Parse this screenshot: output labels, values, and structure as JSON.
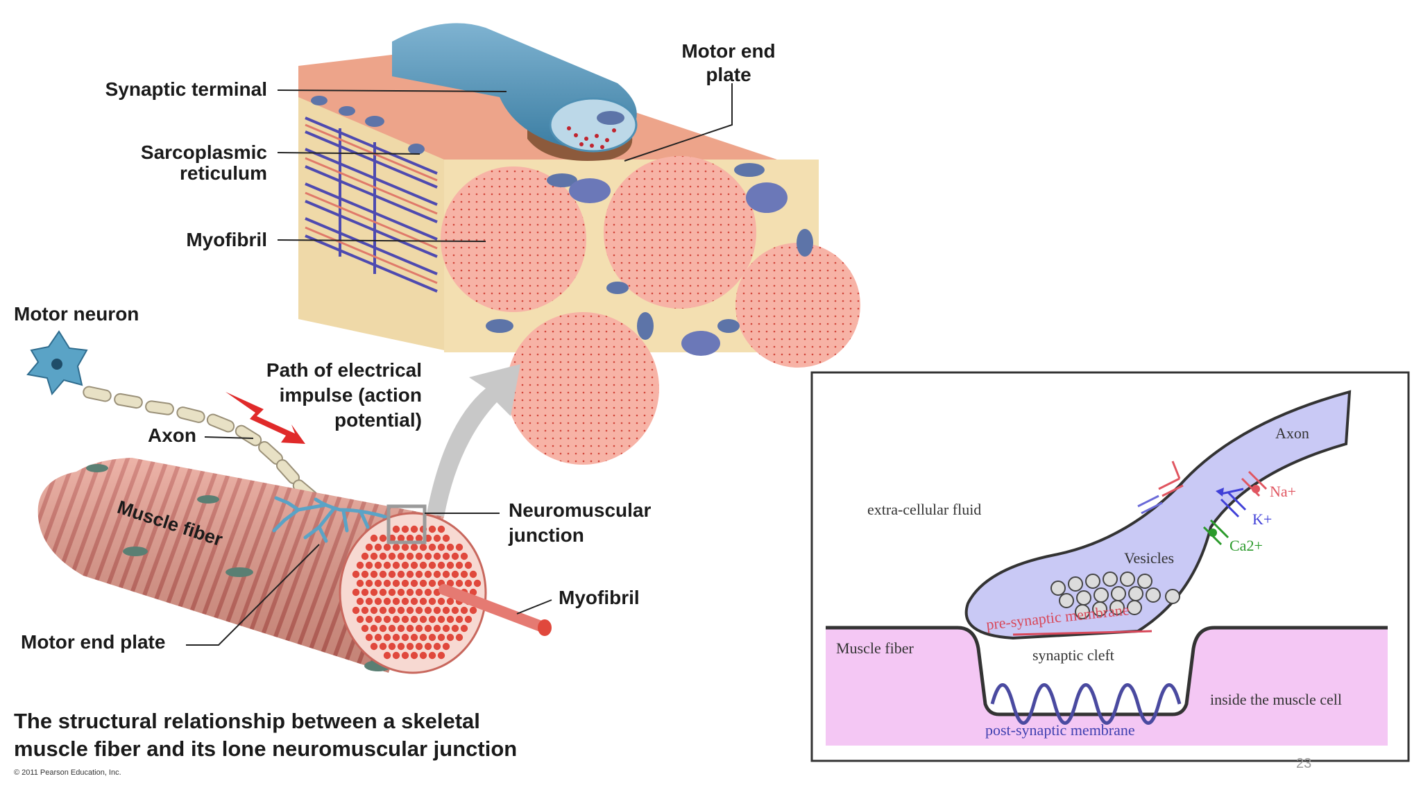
{
  "left_diagram": {
    "labels": {
      "synaptic_terminal": "Synaptic terminal",
      "motor_end_plate_top_1": "Motor end",
      "motor_end_plate_top_2": "plate",
      "sarcoplasmic_1": "Sarcoplasmic",
      "sarcoplasmic_2": "reticulum",
      "myofibril_top": "Myofibril",
      "motor_neuron": "Motor neuron",
      "path_1": "Path of electrical",
      "path_2": "impulse (action",
      "path_3": "potential)",
      "axon": "Axon",
      "muscle_fiber": "Muscle fiber",
      "nmj_1": "Neuromuscular",
      "nmj_2": "junction",
      "myofibril_bottom": "Myofibril",
      "motor_end_plate_bottom": "Motor end plate"
    },
    "caption_1": "The structural relationship between a skeletal",
    "caption_2": "muscle fiber and its lone neuromuscular junction",
    "copyright": "© 2011 Pearson Education, Inc."
  },
  "right_diagram": {
    "extracellular": "extra-cellular fluid",
    "axon": "Axon",
    "na": "Na+",
    "k": "K+",
    "ca": "Ca2+",
    "vesicles": "Vesicles",
    "presynaptic": "pre-synaptic membrane",
    "muscle_fiber": "Muscle fiber",
    "cleft": "synaptic cleft",
    "inside": "inside the muscle cell",
    "postsynaptic": "post-synaptic membrane"
  },
  "page_number": "23",
  "colors": {
    "muscle_pink": "#f2a595",
    "myofibril_red": "#e0483c",
    "axon_blue": "#4e8fb3",
    "right_axon_fill": "#c9c9f5",
    "right_muscle_fill": "#f4c7f4"
  }
}
